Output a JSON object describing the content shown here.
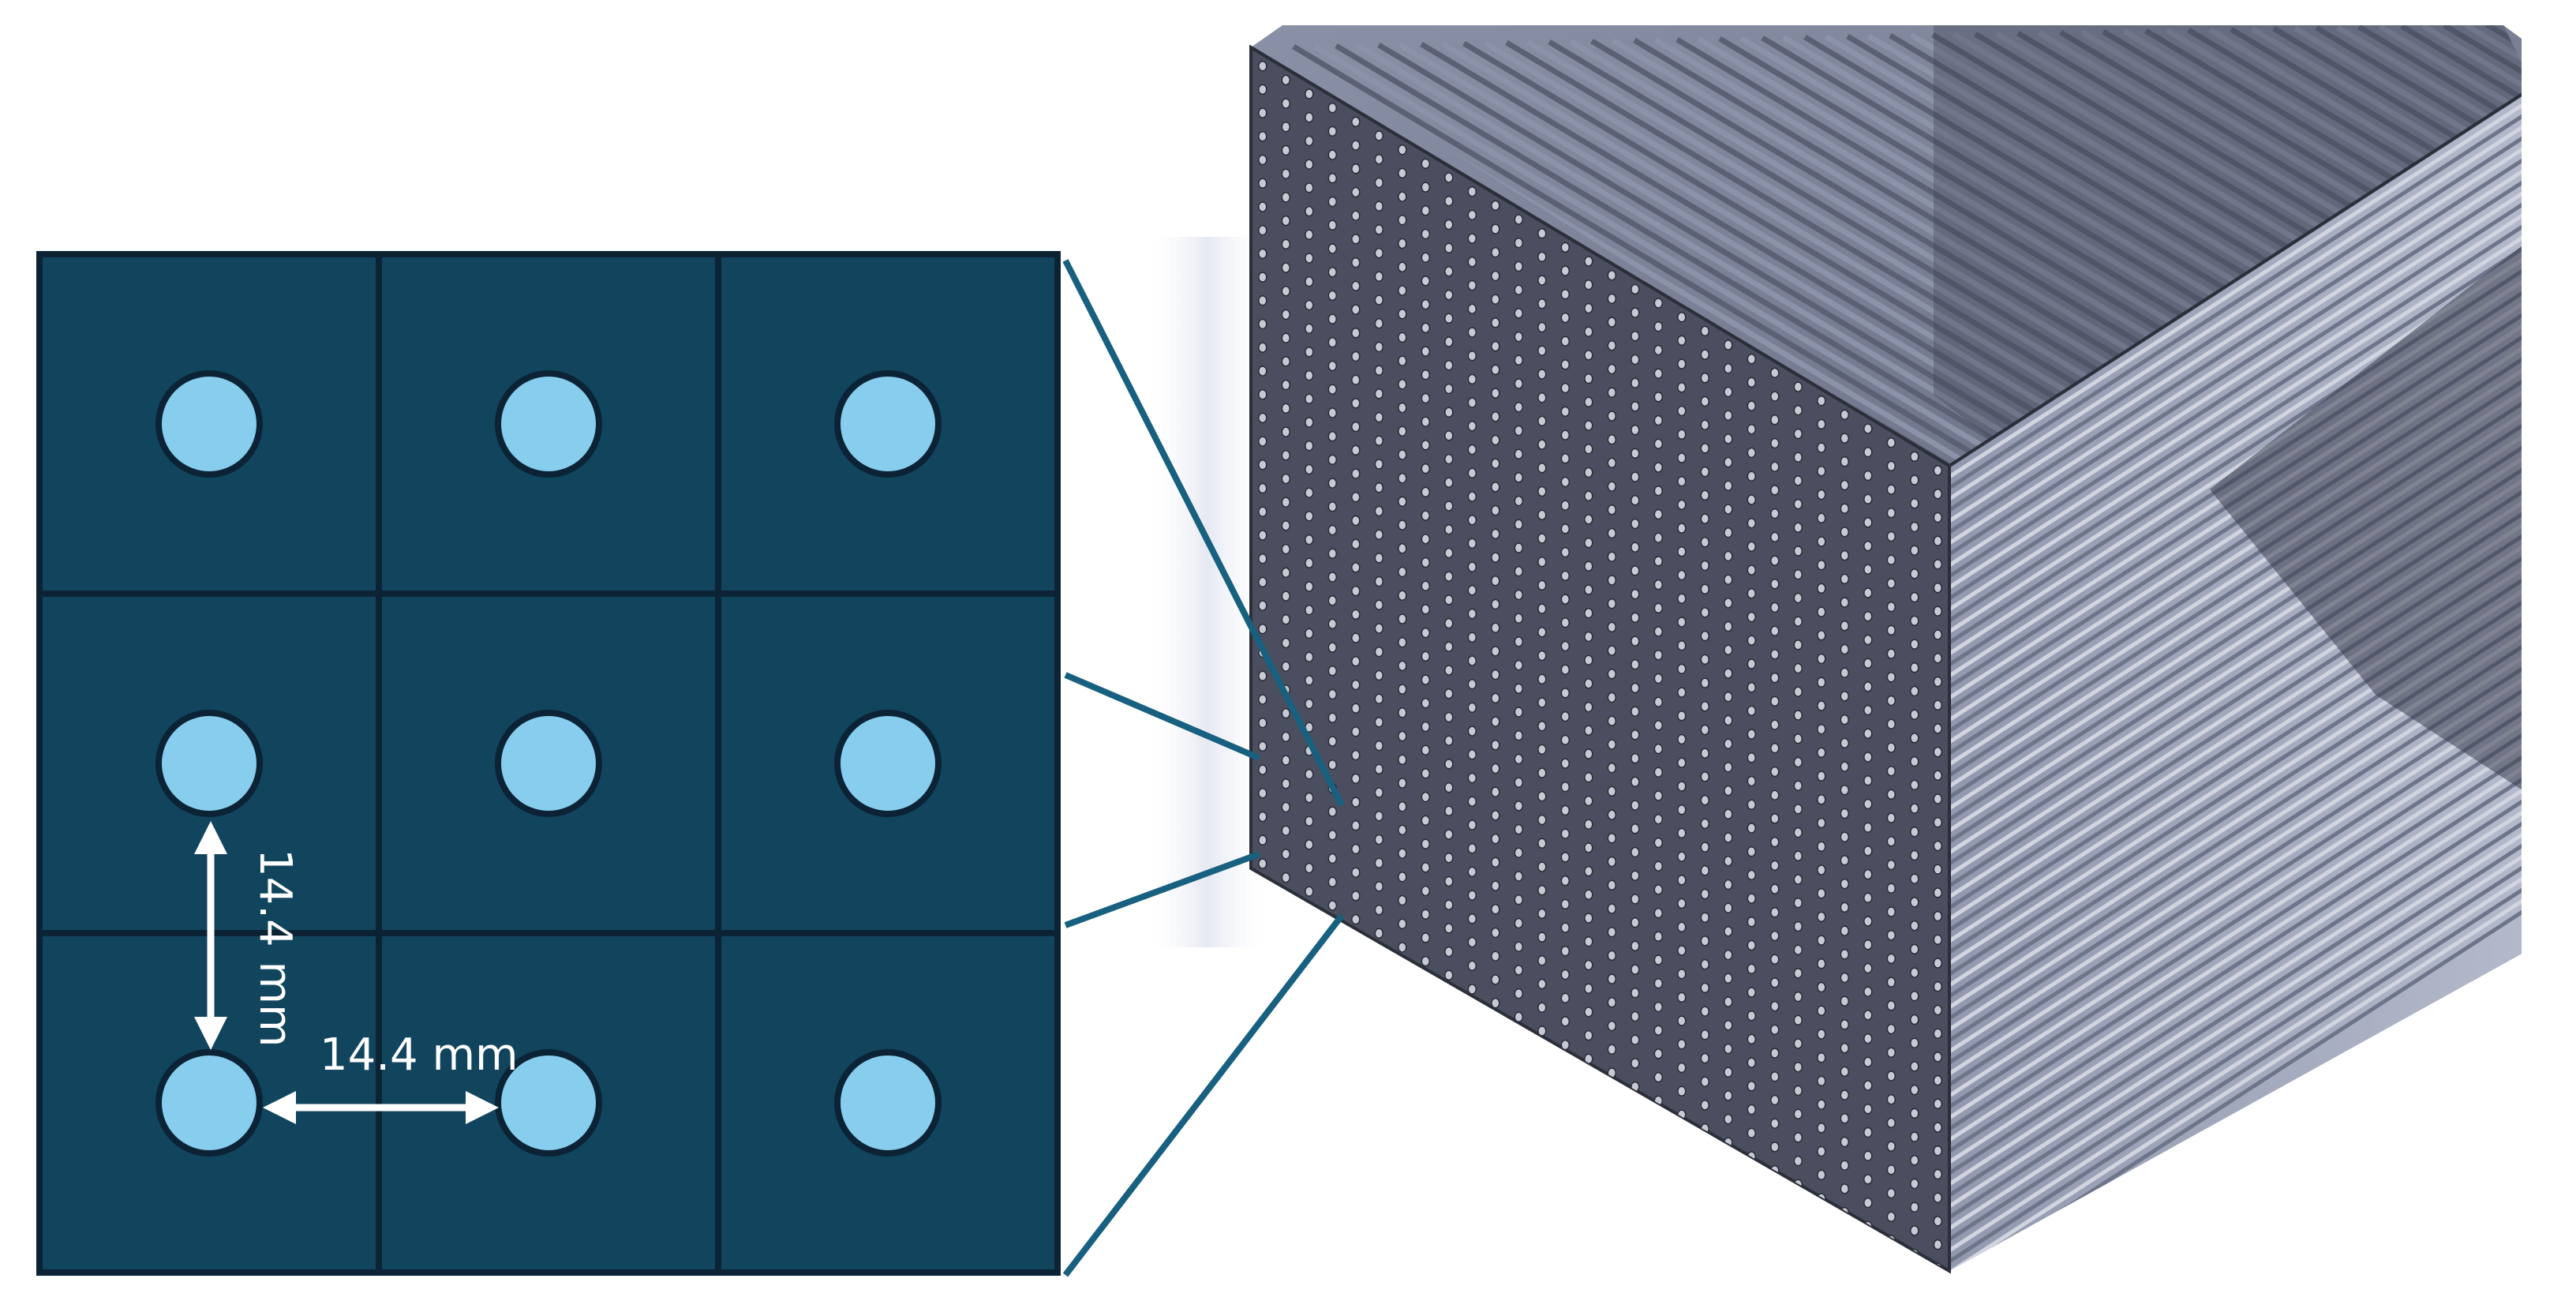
{
  "detail": {
    "grid_rows": 3,
    "grid_cols": 3,
    "cell_color": "#11445d",
    "border_color": "#0b2334",
    "fiber_color": "#87cdee",
    "fiber_outline": "#0b2334"
  },
  "dimensions": {
    "vertical_label": "14.4 mm",
    "horizontal_label": "14.4 mm",
    "arrow_color": "#ffffff"
  },
  "callout_lines": {
    "color": "#17607f"
  },
  "block": {
    "front_color": "#4a4e5e",
    "hole_color": "#c7cad4",
    "fiber_plate_color": "#6e7489",
    "fiber_plate_light": "#8c92a8",
    "front_holes_rows": 35,
    "front_holes_cols": 30
  }
}
